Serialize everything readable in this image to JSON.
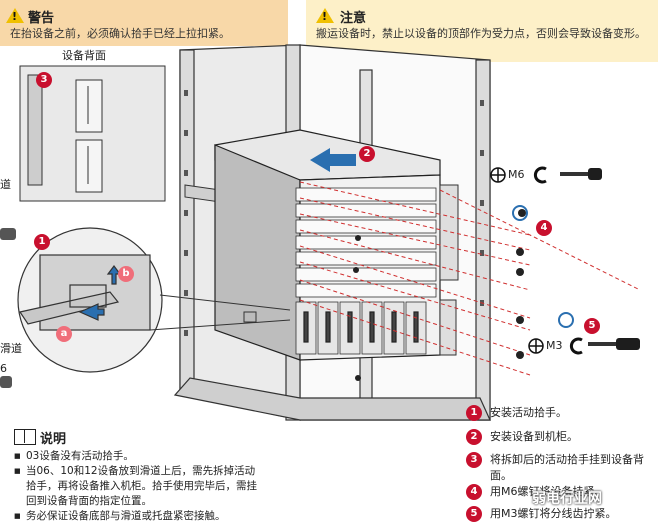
{
  "warning": {
    "title": "警告",
    "text": "在抬设备之前，必须确认拾手已经上拉扣紧。"
  },
  "note": {
    "title": "注意",
    "text": "搬运设备时，禁止以设备的顶部作为受力点，否则会导致设备变形。"
  },
  "labels": {
    "device_back": "设备背面",
    "m6": "M6",
    "m3": "M3",
    "left_edge_1": "道",
    "left_edge_2": "滑道",
    "left_edge_3": "6"
  },
  "callouts": {
    "n1": "1",
    "n2": "2",
    "n3": "3",
    "n4": "4",
    "n5": "5",
    "a": "a",
    "b": "b"
  },
  "legend": [
    {
      "num": "1",
      "text": "安装活动拾手。"
    },
    {
      "num": "2",
      "text": "安装设备到机柜。"
    },
    {
      "num": "3",
      "text": "将拆卸后的活动拾手挂到设备背面。"
    },
    {
      "num": "4",
      "text": "用M6螺钉将设备挂紧。"
    },
    {
      "num": "5",
      "text": "用M3螺钉将分线齿拧紧。"
    }
  ],
  "explanation": {
    "title": "说明",
    "items": [
      "03设备没有活动拾手。",
      "当06、10和12设备放到滑道上后，需先拆掉活动拾手，再将设备推入机柜。拾手使用完毕后，需挂回到设备背面的指定位置。",
      "务必保证设备底部与滑道或托盘紧密接触。"
    ]
  },
  "watermark": "弱电行业网",
  "colors": {
    "warning_bg": "#f8d8a8",
    "note_bg": "#fdf0c8",
    "callout_red": "#c8102e",
    "callout_pink": "#f06e7a",
    "arrow_blue": "#2a6fb0"
  }
}
